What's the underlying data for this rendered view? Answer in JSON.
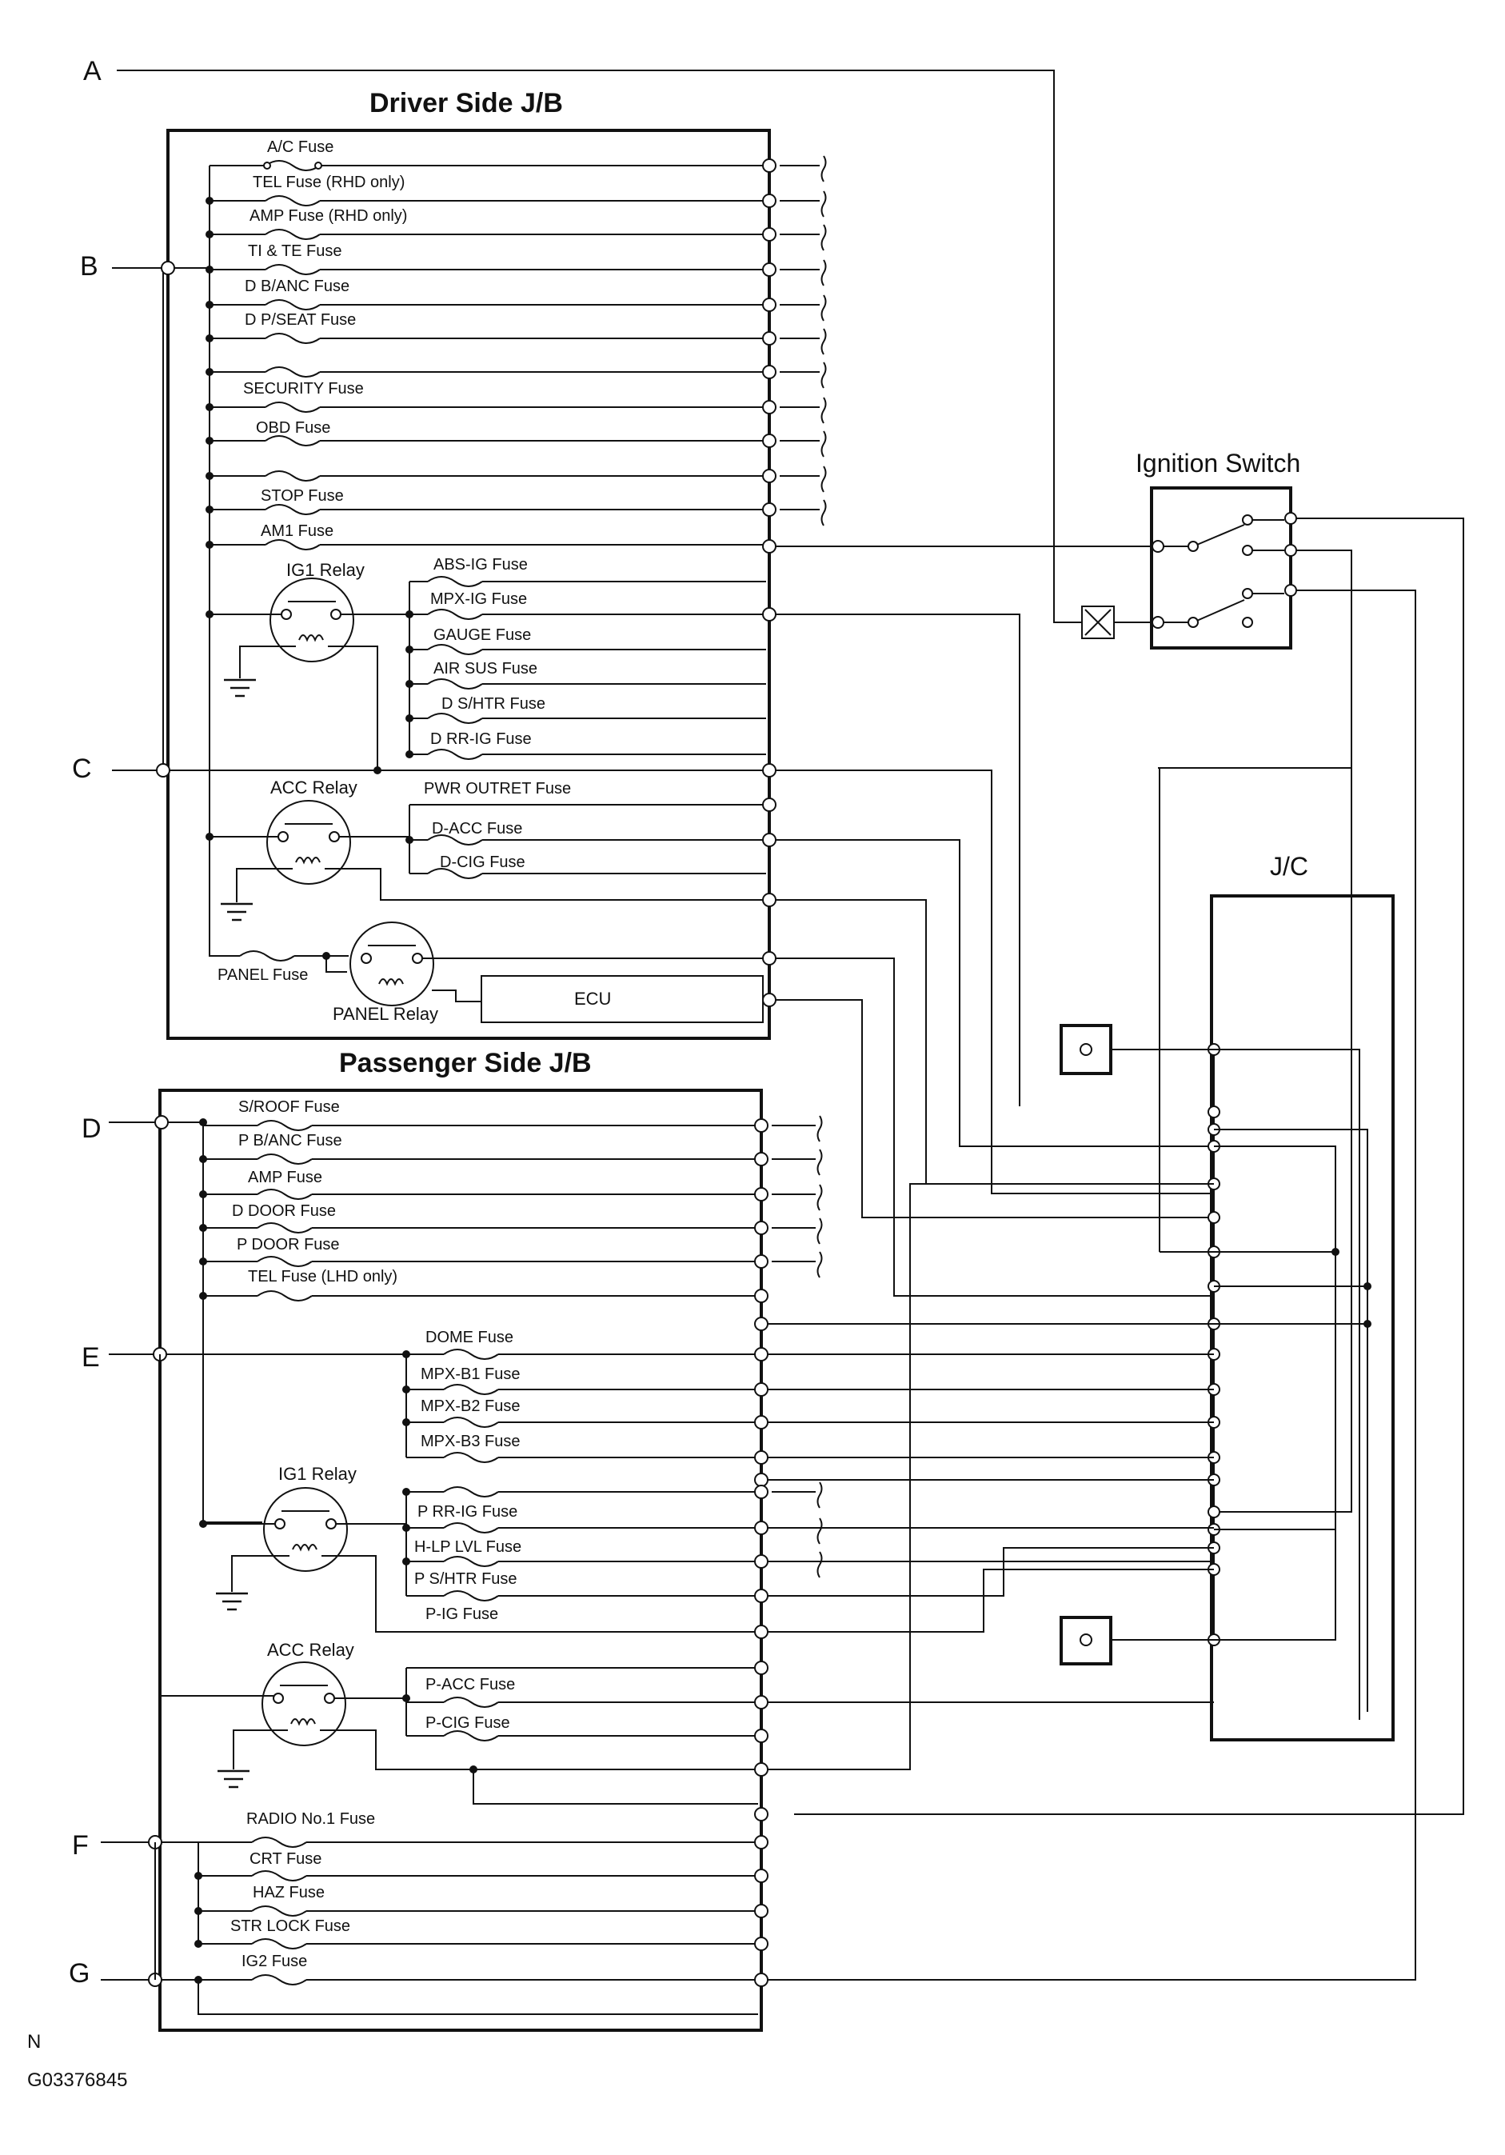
{
  "terminals": [
    "A",
    "B",
    "C",
    "D",
    "E",
    "F",
    "G"
  ],
  "driver_jb": {
    "title": "Driver Side J/B",
    "top_fuses": [
      "A/C Fuse",
      "TEL Fuse (RHD only)",
      "AMP Fuse (RHD only)",
      "TI & TE Fuse",
      "D B/ANC Fuse",
      "D P/SEAT Fuse",
      "",
      "SECURITY Fuse",
      "OBD Fuse",
      "",
      "STOP Fuse"
    ],
    "am1_fuse": "AM1 Fuse",
    "ig1_relay": "IG1 Relay",
    "ig1_fuses": [
      "ABS-IG Fuse",
      "MPX-IG Fuse",
      "GAUGE Fuse",
      "AIR SUS Fuse",
      "D S/HTR Fuse",
      "D RR-IG Fuse"
    ],
    "acc_relay": "ACC Relay",
    "acc_fuses": [
      "PWR OUTRET Fuse",
      "D-ACC Fuse",
      "D-CIG Fuse"
    ],
    "panel_fuse": "PANEL Fuse",
    "panel_relay": "PANEL Relay",
    "ecu": "ECU"
  },
  "passenger_jb": {
    "title": "Passenger Side J/B",
    "top_fuses": [
      "S/ROOF Fuse",
      "P B/ANC Fuse",
      "AMP Fuse",
      "D DOOR Fuse",
      "P DOOR Fuse",
      "TEL Fuse (LHD only)"
    ],
    "e_fuses": [
      "DOME Fuse",
      "MPX-B1 Fuse",
      "MPX-B2 Fuse",
      "MPX-B3 Fuse"
    ],
    "ig1_relay": "IG1 Relay",
    "ig1_fuses": [
      "P RR-IG Fuse",
      "H-LP LVL Fuse",
      "P S/HTR Fuse",
      "P-IG Fuse"
    ],
    "acc_relay": "ACC Relay",
    "acc_fuses": [
      "P-ACC Fuse",
      "P-CIG Fuse"
    ],
    "f_fuses": [
      "RADIO No.1 Fuse",
      "CRT Fuse",
      "HAZ Fuse",
      "STR LOCK Fuse"
    ],
    "g_fuse": "IG2 Fuse"
  },
  "ignition_switch": {
    "title": "Ignition Switch"
  },
  "jc": {
    "title": "J/C"
  },
  "footer": {
    "mark": "N",
    "code": "G03376845"
  }
}
